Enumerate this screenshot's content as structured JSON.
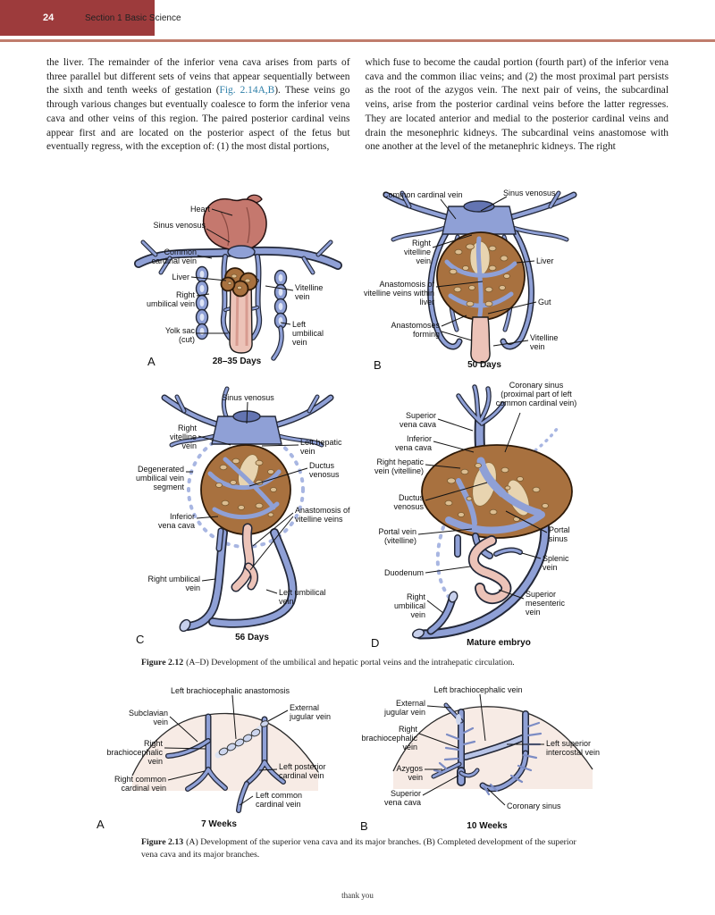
{
  "colors": {
    "header_red": "#9d3b3c",
    "rule": "#c07c6c",
    "link_blue": "#2e7fa8",
    "vein": "#8fa0d6",
    "vein_dark": "#232838",
    "liver": "#a8713f",
    "liver_patch": "#dcbd90",
    "heart": "#c5786e",
    "gut": "#ecc3b8",
    "dashed_vein": "#a8b6e2",
    "body_tint": "#f7ebe5"
  },
  "header": {
    "page_number": "24",
    "section_label": "Section 1",
    "section_title": "Basic Science"
  },
  "article": {
    "left_column": {
      "before_link": "the liver. The remainder of the inferior vena cava arises from parts of three parallel but different sets of veins that appear sequentially between the sixth and tenth weeks of gestation (",
      "link_text": "Fig. 2.14A,B",
      "after_link": "). These veins go through various changes but eventually coalesce to form the inferior vena cava and other veins of this region. The paired posterior cardinal veins appear first and are located on the posterior aspect of the fetus but eventually regress, with the exception of: (1) the most distal portions,"
    },
    "right_column": "which fuse to become the caudal portion (fourth part) of the inferior vena cava and the common iliac veins; and (2) the most proximal part persists as the root of the azygos vein. The next pair of veins, the subcardinal veins, arise from the posterior cardinal veins before the latter regresses. They are located anterior and medial to the posterior cardinal veins and drain the mesonephric kidneys. The subcardinal veins anastomose with one another at the level of the metanephric kidneys. The right"
  },
  "fig212": {
    "caption_label": "Figure 2.12",
    "caption_text": "(A–D) Development of the umbilical and hepatic portal veins and the intrahepatic circulation.",
    "panelA": {
      "letter": "A",
      "stage": "28–35 Days",
      "labels": {
        "heart": "Heart",
        "sinus_venosus": "Sinus venosus",
        "common_cardinal_vein": "Common cardinal vein",
        "liver": "Liver",
        "right_umbilical_vein": "Right umbilical vein",
        "yolk_sac": "Yolk sac (cut)",
        "vitelline_vein": "Vitelline vein",
        "left_umbilical_vein": "Left umbilical vein"
      }
    },
    "panelB": {
      "letter": "B",
      "stage": "50 Days",
      "labels": {
        "common_cardinal_vein": "Common cardinal vein",
        "sinus_venosus": "Sinus venosus",
        "right_vitelline_vein": "Right vitelline vein",
        "liver": "Liver",
        "anastomosis_within_liver": "Anastomosis of vitelline veins within liver",
        "gut": "Gut",
        "anastomoses_forming": "Anastomoses forming",
        "vitelline_vein": "Vitelline vein"
      }
    },
    "panelC": {
      "letter": "C",
      "stage": "56 Days",
      "labels": {
        "sinus_venosus": "Sinus venosus",
        "right_vitelline_vein": "Right vitelline vein",
        "left_hepatic_vein": "Left hepatic vein",
        "ductus_venosus": "Ductus venosus",
        "degenerated_umbilical": "Degenerated umbilical vein segment",
        "inferior_vena_cava": "Inferior vena cava",
        "anastomosis_vitelline": "Anastomosis of vitelline veins",
        "right_umbilical_vein": "Right umbilical vein",
        "left_umbilical_vein": "Left umbilical vein"
      }
    },
    "panelD": {
      "letter": "D",
      "stage": "Mature embryo",
      "labels": {
        "coronary_sinus": "Coronary sinus (proximal part of left common cardinal vein)",
        "superior_vena_cava": "Superior vena cava",
        "inferior_vena_cava": "Inferior vena cava",
        "right_hepatic_vein": "Right hepatic vein (vitelline)",
        "ductus_venosus": "Ductus venosus",
        "portal_vein": "Portal vein (vitelline)",
        "duodenum": "Duodenum",
        "right_umbilical_vein": "Right umbilical vein",
        "portal_sinus": "Portal sinus",
        "splenic_vein": "Splenic vein",
        "superior_mesenteric_vein": "Superior mesenteric vein"
      }
    }
  },
  "fig213": {
    "caption_label": "Figure 2.13",
    "caption_text": "(A) Development of the superior vena cava and its major branches. (B) Completed development of the superior vena cava and its major branches.",
    "panelA": {
      "letter": "A",
      "stage": "7 Weeks",
      "labels": {
        "left_brachiocephalic_anastomosis": "Left brachiocephalic anastomosis",
        "subclavian_vein": "Subclavian vein",
        "external_jugular_vein": "External jugular vein",
        "right_brachiocephalic_vein": "Right brachiocephalic vein",
        "right_common_cardinal_vein": "Right common cardinal vein",
        "left_posterior_cardinal_vein": "Left posterior cardinal vein",
        "left_common_cardinal_vein": "Left common cardinal vein"
      }
    },
    "panelB": {
      "letter": "B",
      "stage": "10 Weeks",
      "labels": {
        "left_brachiocephalic_vein": "Left brachiocephalic vein",
        "external_jugular_vein": "External jugular vein",
        "right_brachiocephalic_vein": "Right brachiocephalic vein",
        "azygos_vein": "Azygos vein",
        "superior_vena_cava": "Superior vena cava",
        "left_superior_intercostal_vein": "Left superior intercostal vein",
        "coronary_sinus": "Coronary sinus"
      }
    }
  },
  "footer": {
    "text": "thank you"
  }
}
